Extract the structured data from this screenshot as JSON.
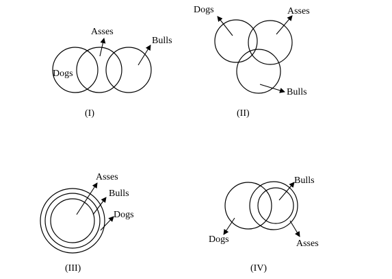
{
  "diagrams": {
    "d1": {
      "labels": {
        "dogs": "Dogs",
        "asses": "Asses",
        "bulls": "Bulls"
      },
      "caption": "(I)"
    },
    "d2": {
      "labels": {
        "dogs": "Dogs",
        "asses": "Asses",
        "bulls": "Bulls"
      },
      "caption": "(II)"
    },
    "d3": {
      "labels": {
        "asses": "Asses",
        "bulls": "Bulls",
        "dogs": "Dogs"
      },
      "caption": "(III)"
    },
    "d4": {
      "labels": {
        "bulls": "Bulls",
        "dogs": "Dogs",
        "asses": "Asses"
      },
      "caption": "(IV)"
    }
  }
}
